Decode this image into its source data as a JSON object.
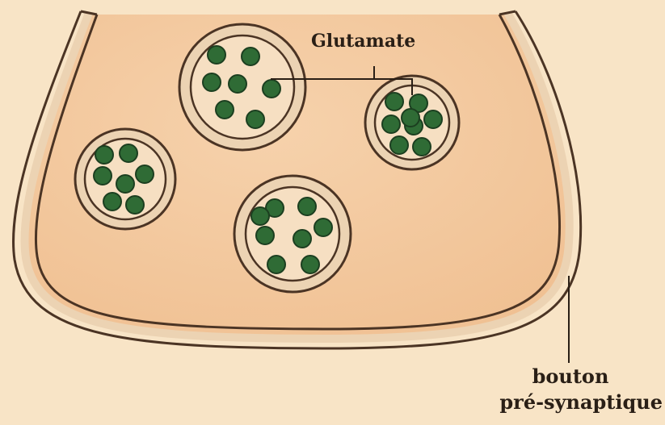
{
  "labels": {
    "neurotransmitter": "Glutamate",
    "structure_line1": "bouton",
    "structure_line2": "pré-synaptique"
  },
  "colors": {
    "background": "#f8e4c6",
    "bouton_fill": "#f3c79d",
    "membrane_fill": "#ecd3b3",
    "outline": "#4b3424",
    "vesicle_fill": "#f6dfc2",
    "granule": "#2f6b35",
    "granule_dark": "#1c3f20"
  },
  "vesicles": [
    {
      "name": "vesicle-top-center",
      "granules": 7
    },
    {
      "name": "vesicle-right",
      "granules": 8
    },
    {
      "name": "vesicle-left",
      "granules": 7
    },
    {
      "name": "vesicle-bottom-center",
      "granules": 8
    }
  ]
}
